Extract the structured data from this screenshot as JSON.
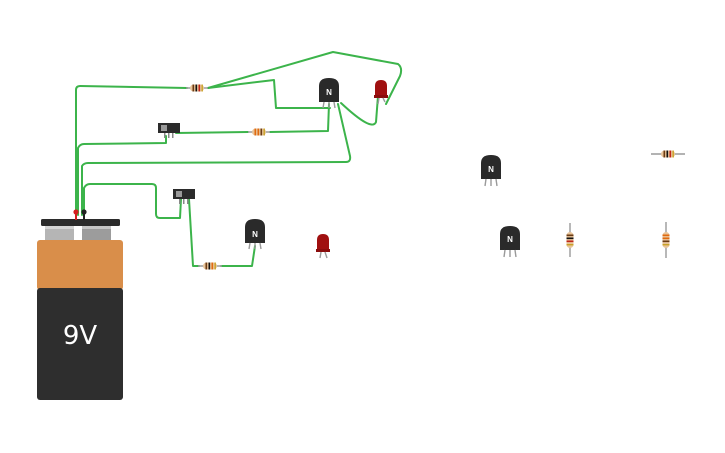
{
  "battery": {
    "voltage_label": "9V",
    "body_color": "#2e2e2e",
    "cap_color": "#d98e4a"
  },
  "wire_color": "#3cb44b",
  "transistor": {
    "label": "N",
    "type": "NPN"
  },
  "led": {
    "color": "#a01010"
  },
  "resistor": {
    "body_color": "#e8c49a"
  }
}
